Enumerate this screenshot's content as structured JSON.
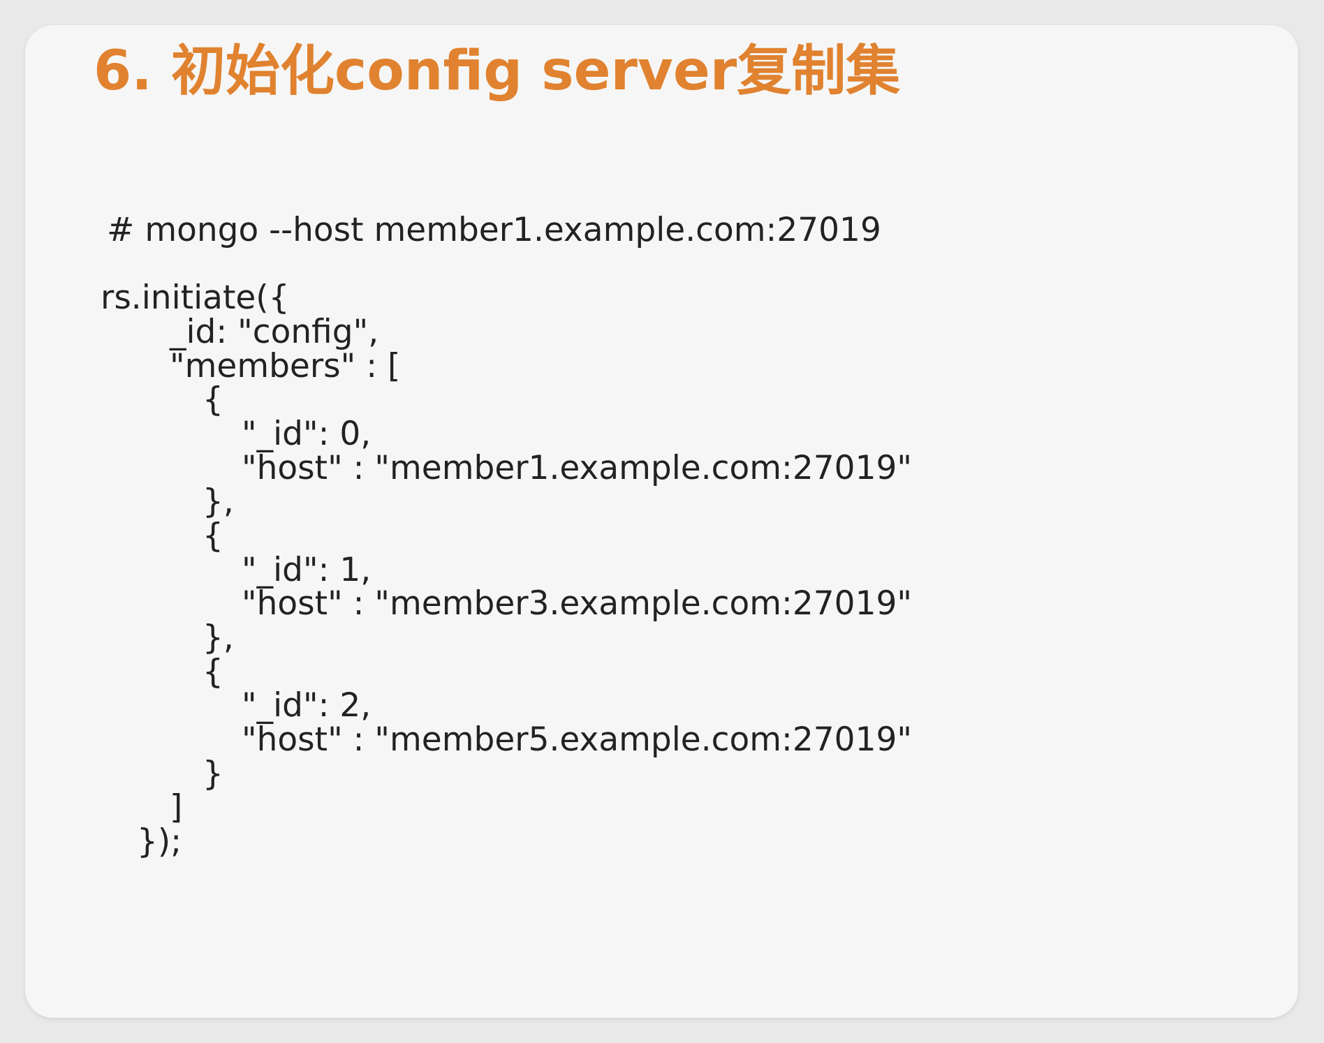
{
  "slide": {
    "title": "6. 初始化config server复制集",
    "text_color": "#222222",
    "title_color": "#e0822f"
  },
  "code": {
    "command": "# mongo --host member1.example.com:27019",
    "lines": [
      "rs.initiate({",
      "_id: \"config\",",
      "\"members\" : [",
      "{",
      "\"_id\": 0,",
      "\"host\" : \"member1.example.com:27019\"",
      "},",
      "{",
      "\"_id\": 1,",
      "\"host\" : \"member3.example.com:27019\"",
      "},",
      "{",
      "\"_id\": 2,",
      "\"host\" : \"member5.example.com:27019\"",
      "}",
      "]",
      "});"
    ]
  }
}
